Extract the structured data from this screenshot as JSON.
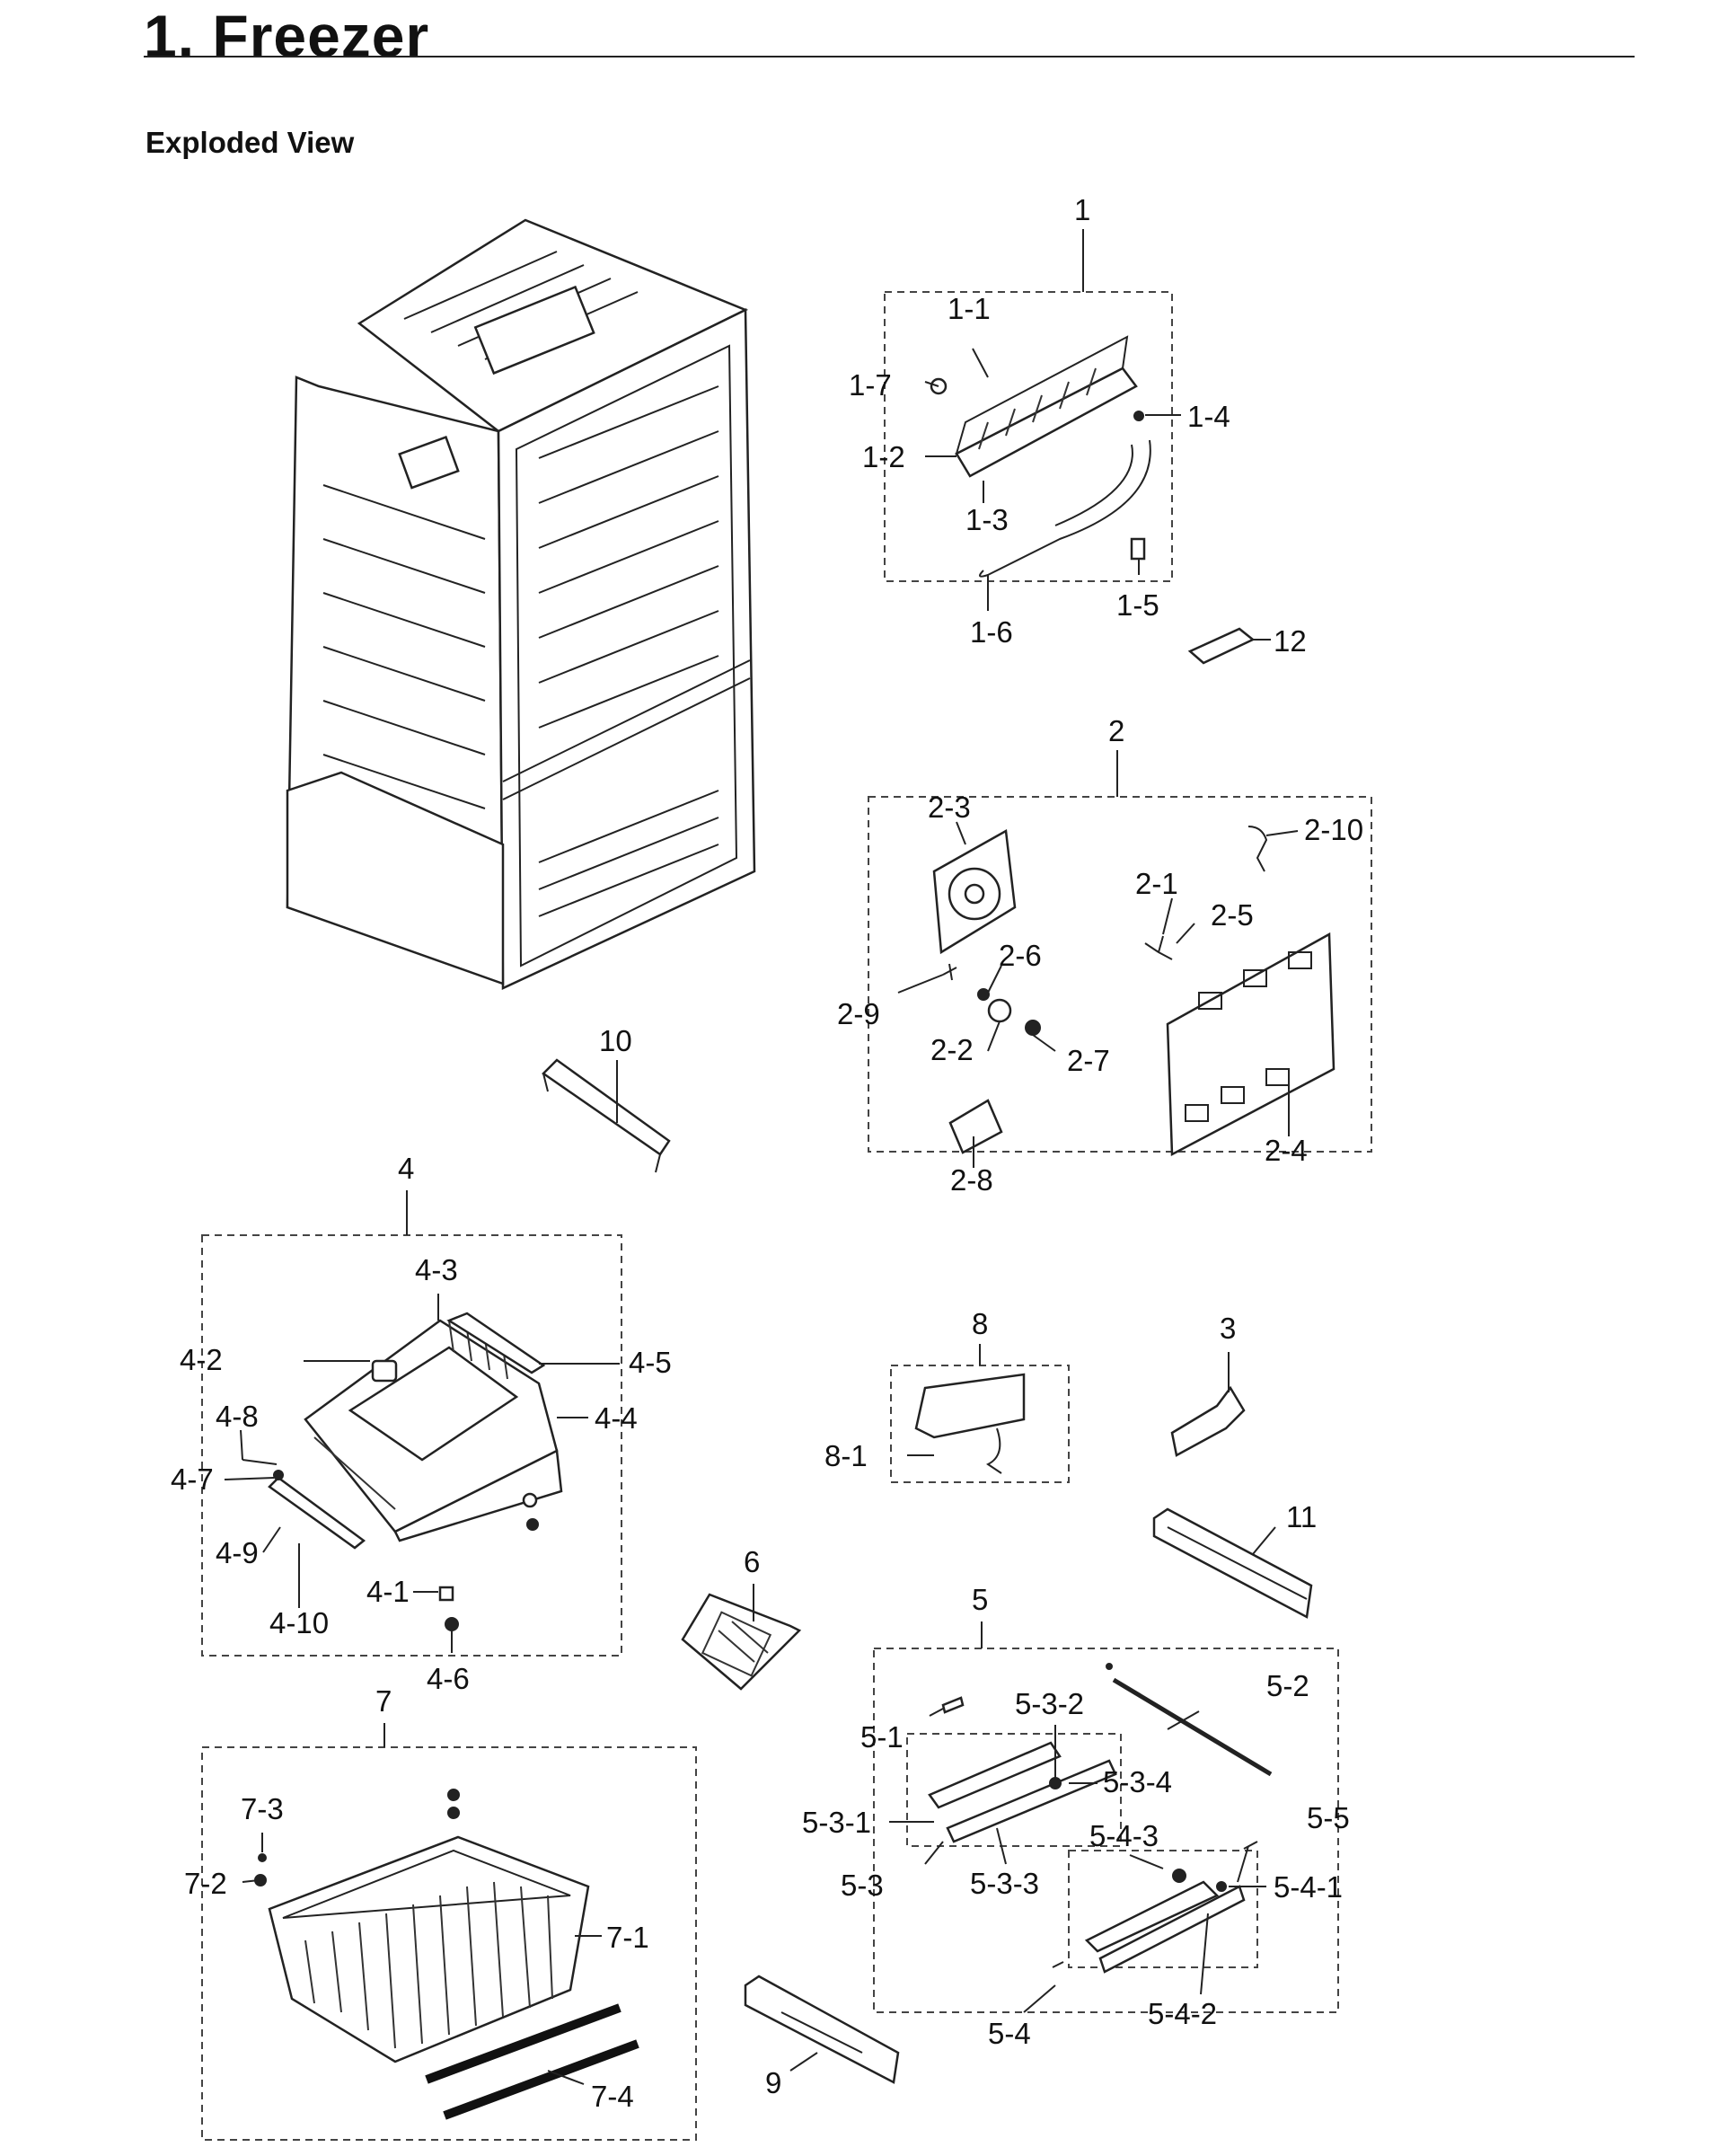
{
  "header": {
    "title": "1.  Freezer",
    "subtitle": "Exploded View"
  },
  "callouts": {
    "c1": "1",
    "c1_1": "1-1",
    "c1_2": "1-2",
    "c1_3": "1-3",
    "c1_4": "1-4",
    "c1_5": "1-5",
    "c1_6": "1-6",
    "c1_7": "1-7",
    "c12": "12",
    "c2": "2",
    "c2_1": "2-1",
    "c2_2": "2-2",
    "c2_3": "2-3",
    "c2_4": "2-4",
    "c2_5": "2-5",
    "c2_6": "2-6",
    "c2_7": "2-7",
    "c2_8": "2-8",
    "c2_9": "2-9",
    "c2_10": "2-10",
    "c10": "10",
    "c4": "4",
    "c4_1": "4-1",
    "c4_2": "4-2",
    "c4_3": "4-3",
    "c4_4": "4-4",
    "c4_5": "4-5",
    "c4_6": "4-6",
    "c4_7": "4-7",
    "c4_8": "4-8",
    "c4_9": "4-9",
    "c4_10": "4-10",
    "c8": "8",
    "c8_1": "8-1",
    "c3": "3",
    "c11": "11",
    "c6": "6",
    "c5": "5",
    "c5_1": "5-1",
    "c5_2": "5-2",
    "c5_3": "5-3",
    "c5_3_1": "5-3-1",
    "c5_3_2": "5-3-2",
    "c5_3_3": "5-3-3",
    "c5_3_4": "5-3-4",
    "c5_4": "5-4",
    "c5_4_1": "5-4-1",
    "c5_4_2": "5-4-2",
    "c5_4_3": "5-4-3",
    "c5_5": "5-5",
    "c7": "7",
    "c7_1": "7-1",
    "c7_2": "7-2",
    "c7_3": "7-3",
    "c7_4": "7-4",
    "c9": "9"
  }
}
